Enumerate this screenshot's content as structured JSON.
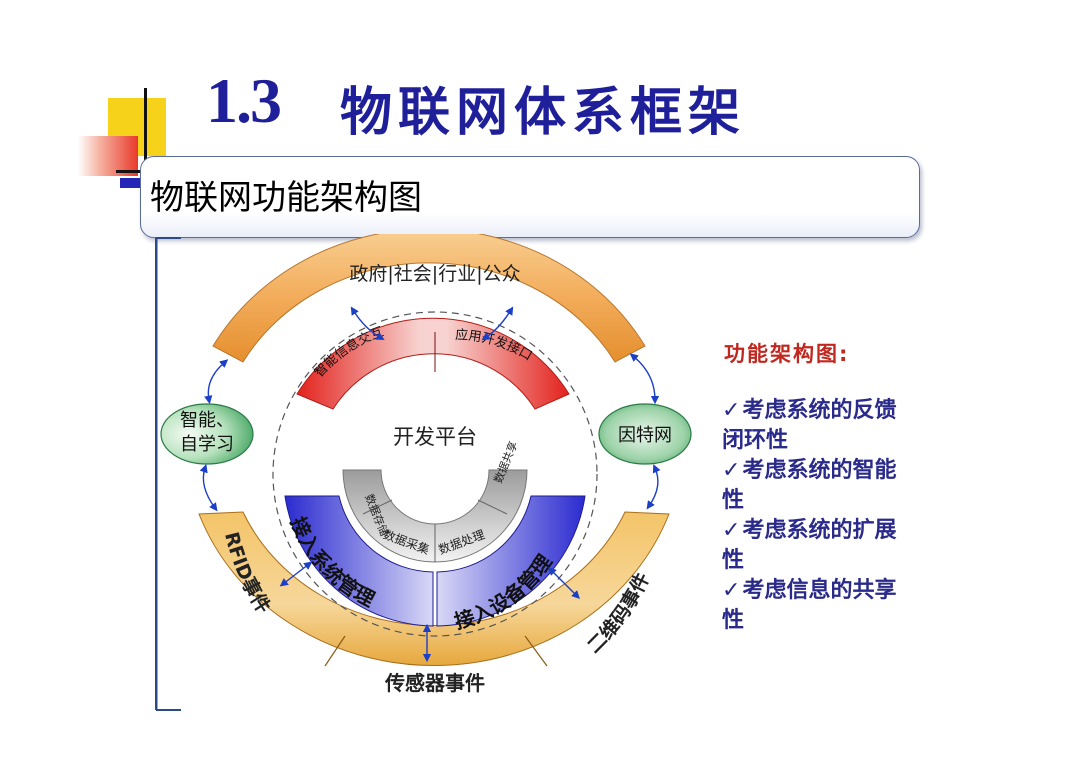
{
  "slide": {
    "title_number": "1.3",
    "title_text": "物联网体系框架",
    "subtitle": "物联网功能架构图"
  },
  "diagram": {
    "outer_top_band": "政府|社会|行业|公众",
    "left_node": [
      "智能、",
      "自学习"
    ],
    "right_node": "因特网",
    "center_label": "开发平台",
    "inner_red_segments": [
      "智能信息交互",
      "应用开发接口"
    ],
    "inner_gray_segments": [
      "数据存储",
      "数据采集",
      "数据处理",
      "数据共享"
    ],
    "inner_blue_segments": [
      "接入系统管理",
      "接入设备管理"
    ],
    "outer_bottom_segments": [
      "RFID事件",
      "传感器事件",
      "二维码事件"
    ]
  },
  "side_panel": {
    "heading": "功能架构图:",
    "check_mark": "✓",
    "items": [
      "考虑系统的反馈闭环性",
      "考虑系统的智能性",
      "考虑系统的扩展性",
      "考虑信息的共享性"
    ]
  },
  "colors": {
    "title": "#1f1f9a",
    "orange_band": "#f0a44a",
    "red_arc": "#e8352b",
    "blue_arc": "#3333cc",
    "green_node": "#3aa85a",
    "side_heading": "#c0281f",
    "side_text": "#2a2a8a"
  }
}
